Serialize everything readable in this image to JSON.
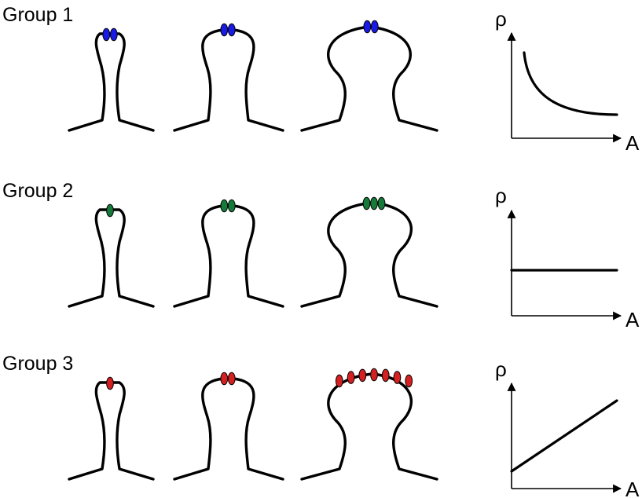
{
  "colors": {
    "group1_receptor": "#1a1ae6",
    "group2_receptor": "#157a3a",
    "group3_receptor": "#d42020",
    "outline": "#000000"
  },
  "groups": [
    {
      "label": "Group 1",
      "receptor_color": "#1a1ae6",
      "receptor_counts": [
        2,
        2,
        2
      ],
      "graph": {
        "y_label": "ρ",
        "x_label": "A",
        "trend": "decreasing"
      }
    },
    {
      "label": "Group 2",
      "receptor_color": "#157a3a",
      "receptor_counts": [
        1,
        2,
        3
      ],
      "graph": {
        "y_label": "ρ",
        "x_label": "A",
        "trend": "constant"
      }
    },
    {
      "label": "Group 3",
      "receptor_color": "#d42020",
      "receptor_counts": [
        1,
        2,
        7
      ],
      "graph": {
        "y_label": "ρ",
        "x_label": "A",
        "trend": "increasing"
      }
    }
  ]
}
